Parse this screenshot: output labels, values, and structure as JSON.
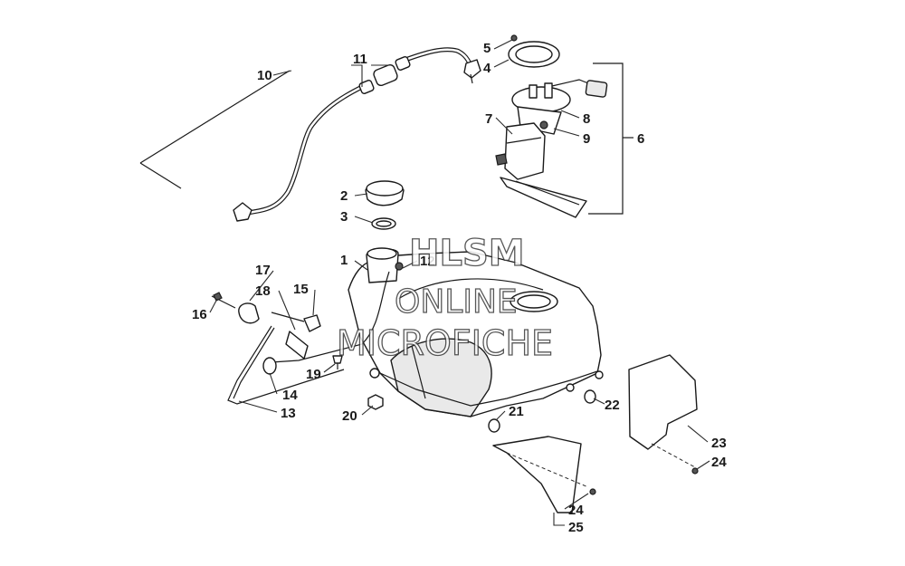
{
  "diagram": {
    "callouts": [
      "1",
      "2",
      "3",
      "4",
      "5",
      "6",
      "7",
      "8",
      "9",
      "10",
      "11",
      "12",
      "13",
      "14",
      "15",
      "16",
      "17",
      "18",
      "19",
      "20",
      "21",
      "22",
      "23",
      "24",
      "24",
      "25"
    ]
  },
  "watermark": {
    "line1": "HLSM",
    "line2": "ONLINE",
    "line3": "MICROFICHE"
  },
  "colors": {
    "ink": "#1a1a1a",
    "background": "#ffffff"
  }
}
